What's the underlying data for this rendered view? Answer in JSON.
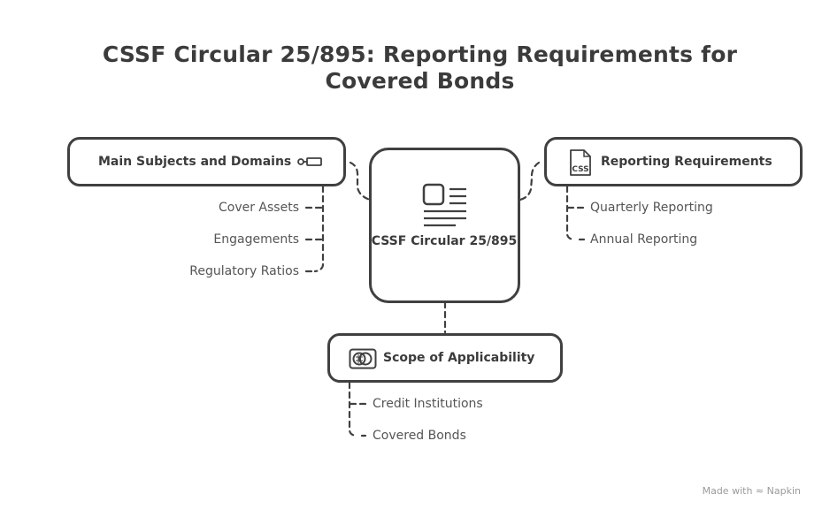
{
  "title": "CSSF Circular 25/895: Reporting Requirements for Covered Bonds",
  "center": {
    "label": "CSSF Circular 25/895",
    "icon": "document-icon"
  },
  "nodes": {
    "main_subjects": {
      "label": "Main Subjects and Domains",
      "icon": "key-icon",
      "children": [
        "Cover Assets",
        "Engagements",
        "Regulatory Ratios"
      ]
    },
    "reporting": {
      "label": "Reporting Requirements",
      "icon": "css-file-icon",
      "children": [
        "Quarterly Reporting",
        "Annual Reporting"
      ]
    },
    "scope": {
      "label": "Scope of Applicability",
      "icon": "credit-card-icon",
      "children": [
        "Credit Institutions",
        "Covered Bonds"
      ]
    }
  },
  "footer": {
    "made_with": "Made with",
    "brand": "Napkin"
  }
}
